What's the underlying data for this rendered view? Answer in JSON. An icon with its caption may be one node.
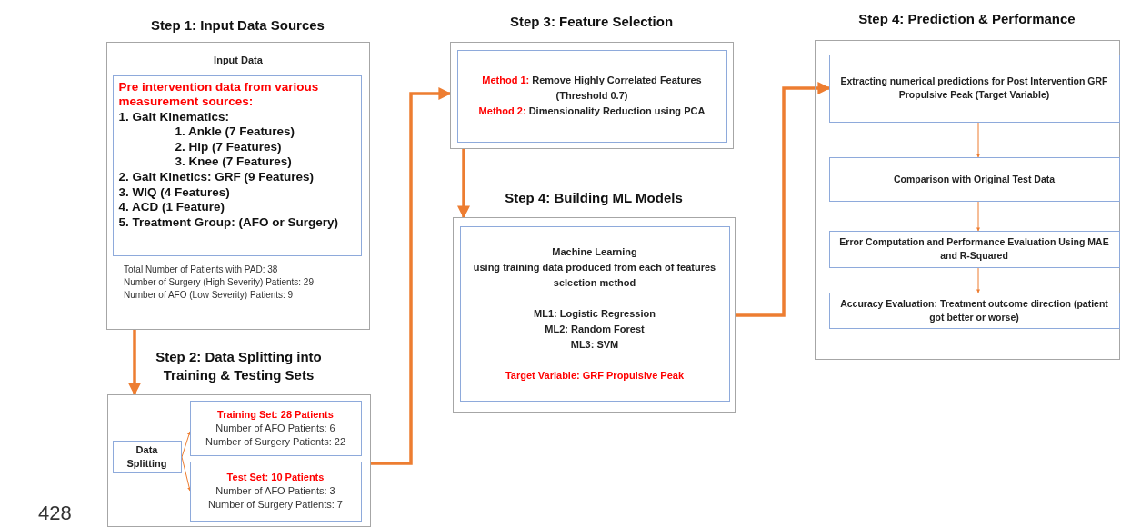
{
  "diagram": {
    "nodes": [
      {
        "text": [
          "Step 1: Input Data Sources",
          "Input Data",
          "Total Number of Patients with PAD: 38",
          "Number of Surgery (High Severity) Patients: 29",
          "Number of AFO (Low Severity) Patients: 9"
        ]
      },
      {
        "text": [
          "Pre intervention data from various measurement sources:",
          "1. Gait Kinematics:",
          "1. Ankle (7 Features)",
          "2. Hip (7 Features)",
          "3. Knee (7 Features)",
          "2. Gait Kinetics: GRF (9 Features)",
          "3. WIQ (4 Features)",
          "4. ACD (1 Feature)",
          "5. Treatment Group: (AFO or Surgery)"
        ],
        "in": 0
      },
      {
        "text": [
          "Step 2: Data Splitting into Training & Testing Sets"
        ]
      },
      {
        "text": [
          "Data Splitting"
        ],
        "in": 2
      },
      {
        "text": [
          "Training Set: 28 Patients",
          "Number of AFO Patients: 6",
          "Number of Surgery Patients: 22"
        ],
        "in": 2
      },
      {
        "text": [
          "Test Set: 10 Patients",
          "Number of AFO Patients: 3",
          "Number of Surgery Patients: 7"
        ],
        "in": 2
      },
      {
        "text": [
          "Step 3: Feature Selection"
        ]
      },
      {
        "text": [
          "Method 1:",
          "Remove Highly Correlated Features (Threshold 0.7)",
          "Method 2:",
          "Dimensionality Reduction using PCA"
        ],
        "in": 6
      },
      {
        "text": [
          "Step 4: Building ML Models"
        ]
      },
      {
        "text": [
          "Machine Learning",
          "using training data produced from each of features selection method",
          "ML1: Logistic Regression",
          "ML2: Random Forest",
          "ML3: SVM",
          "Target Variable: GRF Propulsive Peak"
        ],
        "in": 8
      },
      {
        "text": [
          "Step 4: Prediction & Performance"
        ]
      },
      {
        "text": [
          "Extracting numerical predictions for Post Intervention GRF Propulsive Peak (Target Variable)"
        ],
        "in": 10
      },
      {
        "text": [
          "Comparison with Original Test Data"
        ],
        "in": 10
      },
      {
        "text": [
          "Error Computation and Performance Evaluation Using MAE and R-Squared"
        ],
        "in": 10
      },
      {
        "text": [
          "Accuracy Evaluation: Treatment outcome direction (patient got better or worse)"
        ],
        "in": 10
      }
    ],
    "edges": [
      {
        "from": 0,
        "to": 2,
        "arrow": "to",
        "style": "thick"
      },
      {
        "from": 3,
        "to": 4,
        "arrow": "to"
      },
      {
        "from": 3,
        "to": 5,
        "arrow": "to"
      },
      {
        "from": 2,
        "to": 6,
        "arrow": "to",
        "style": "thick"
      },
      {
        "from": 6,
        "to": 8,
        "arrow": "to",
        "style": "thick"
      },
      {
        "from": 8,
        "to": 11,
        "arrow": "to",
        "style": "thick"
      },
      {
        "from": 11,
        "to": 12,
        "arrow": "to"
      },
      {
        "from": 12,
        "to": 13,
        "arrow": "to"
      },
      {
        "from": 13,
        "to": 14,
        "arrow": "to"
      }
    ],
    "labels": [
      "428"
    ]
  }
}
